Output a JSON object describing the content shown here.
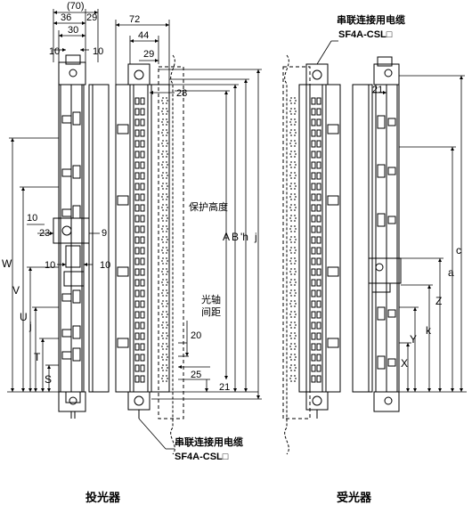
{
  "dims": {
    "d70": "(70)",
    "d36": "36",
    "d29a": "29",
    "d30": "30",
    "d10a": "10",
    "d10b": "10",
    "d72": "72",
    "d44": "44",
    "d29b": "29",
    "d28": "28",
    "d21a": "21",
    "d10c": "10",
    "d23": "23",
    "d9": "9",
    "d10d": "10",
    "d10e": "10",
    "d20": "20",
    "d25": "25",
    "d21b": "21"
  },
  "vlabels": {
    "W": "W",
    "V": "V",
    "U": "U",
    "j_left": "j",
    "T": "T",
    "S": "S",
    "A": "A",
    "B": "B",
    "h": "'h",
    "j_mid": "j",
    "c": "c",
    "a": "a",
    "Z": "Z",
    "k": "k",
    "Y": "Y",
    "X": "X"
  },
  "notes": {
    "cable_top": "串联连接用电缆",
    "cable_top_model": "SF4A-CSL□",
    "cable_bottom": "串联连接用电缆",
    "cable_bottom_model": "SF4A-CSL□",
    "protect_height": "保护高度",
    "axis_pitch_1": "光轴",
    "axis_pitch_2": "间距"
  },
  "captions": {
    "emitter": "投光器",
    "receiver": "受光器"
  }
}
